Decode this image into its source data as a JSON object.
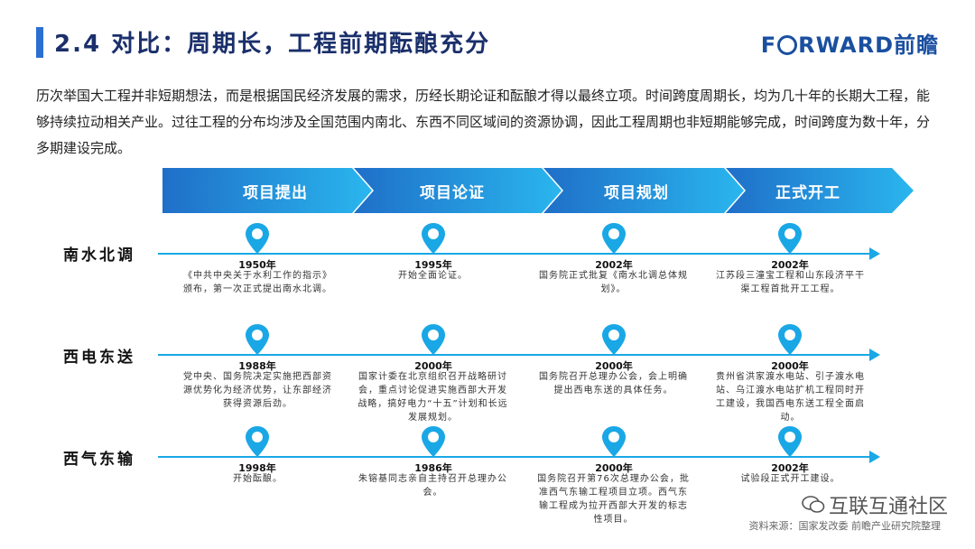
{
  "header": {
    "title": "2.4 对比：周期长，工程前期酝酿充分",
    "logo_prefix": "F",
    "logo_suffix": "RWARD前瞻"
  },
  "intro": "历次举国大工程并非短期想法，而是根据国民经济发展的需求，历经长期论证和酝酿才得以最终立项。时间跨度周期长，均为几十年的长期大工程，能够持续拉动相关产业。过往工程的分布均涉及全国范围内南北、东西不同区域间的资源协调，因此工程周期也非短期能够完成，时间跨度为数十年，分多期建设完成。",
  "stages": [
    "项目提出",
    "项目论证",
    "项目规划",
    "正式开工"
  ],
  "rows": [
    {
      "label": "南水北调",
      "events": [
        {
          "year": "1950年",
          "desc": "《中共中央关于水利工作的指示》颁布，第一次正式提出南水北调。"
        },
        {
          "year": "1995年",
          "desc": "开始全面论证。"
        },
        {
          "year": "2002年",
          "desc": "国务院正式批复《南水北调总体规划》。"
        },
        {
          "year": "2002年",
          "desc": "江苏段三潼宝工程和山东段济平干渠工程首批开工工程。"
        }
      ]
    },
    {
      "label": "西电东送",
      "events": [
        {
          "year": "1988年",
          "desc": "党中央、国务院决定实施把西部资源优势化为经济优势，让东部经济获得资源后劲。"
        },
        {
          "year": "2000年",
          "desc": "国家计委在北京组织召开战略研讨会，重点讨论促进实施西部大开发战略，搞好电力“十五”计划和长远发展规划。"
        },
        {
          "year": "2000年",
          "desc": "国务院召开总理办公会，会上明确提出西电东送的具体任务。"
        },
        {
          "year": "2000年",
          "desc": "贵州省洪家渡水电站、引子渡水电站、乌江渡水电站扩机工程同时开工建设，我国西电东送工程全面启动。"
        }
      ]
    },
    {
      "label": "西气东输",
      "events": [
        {
          "year": "1998年",
          "desc": "开始酝酿。"
        },
        {
          "year": "1986年",
          "desc": "朱镕基同志亲自主持召开总理办公会。"
        },
        {
          "year": "2000年",
          "desc": "国务院召开第76次总理办公会，批准西气东输工程项目立项。西气东输工程成为拉开西部大开发的标志性项目。"
        },
        {
          "year": "2002年",
          "desc": "试验段正式开工建设。"
        }
      ]
    }
  ],
  "watermark": "互联互通社区",
  "source": "资料来源：国家发改委 前瞻产业研究院整理",
  "colors": {
    "title_bar": "#2b6fd1",
    "timeline": "#1aa7e6",
    "stage_1": "#1f6fc8",
    "stage_4": "#22aee8"
  }
}
